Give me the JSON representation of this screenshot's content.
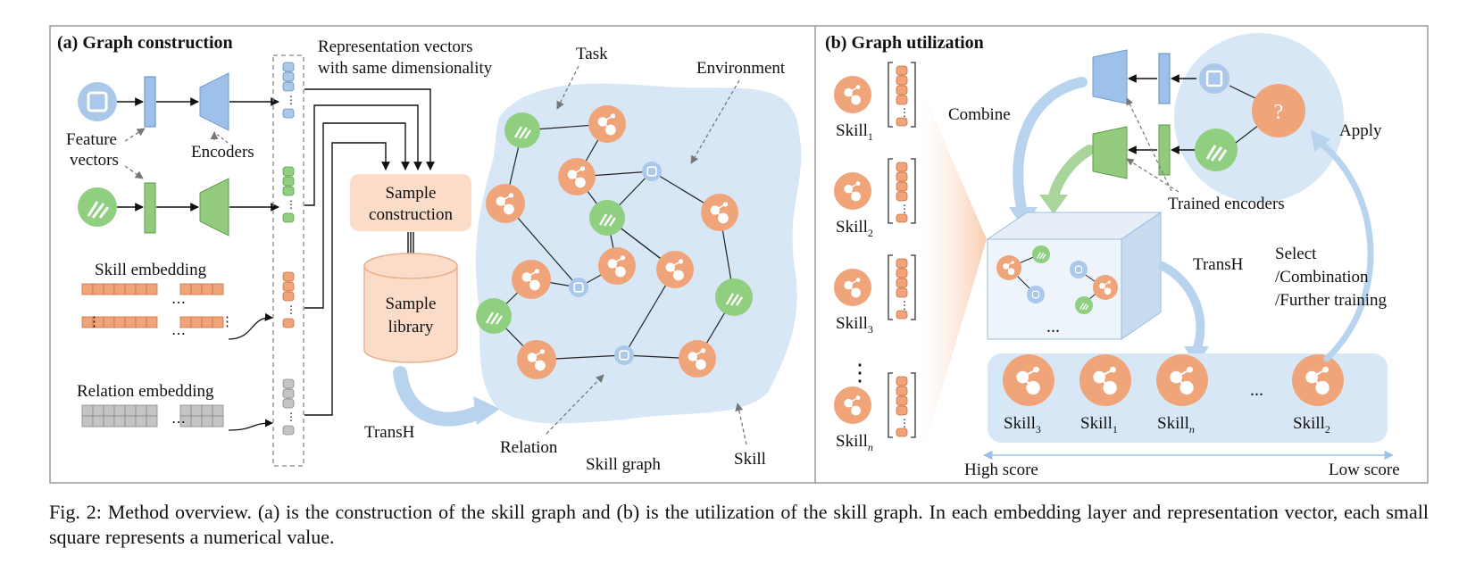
{
  "panel_a": {
    "title": "(a) Graph construction",
    "repr_label_1": "Representation vectors",
    "repr_label_2": "with same dimensionality",
    "feature_label_1": "Feature",
    "feature_label_2": "vectors",
    "encoders_label": "Encoders",
    "skill_embedding_label": "Skill embedding",
    "relation_embedding_label": "Relation embedding",
    "sample_construction_1": "Sample",
    "sample_construction_2": "construction",
    "sample_library_1": "Sample",
    "sample_library_2": "library",
    "transh_label": "TransH",
    "task_label": "Task",
    "environment_label": "Environment",
    "relation_label": "Relation",
    "skill_graph_label": "Skill graph",
    "skill_label": "Skill"
  },
  "panel_b": {
    "title": "(b) Graph utilization",
    "skills": [
      {
        "name": "Skill",
        "sub": "1"
      },
      {
        "name": "Skill",
        "sub": "2"
      },
      {
        "name": "Skill",
        "sub": "3"
      },
      {
        "name": "Skill",
        "sub": "n"
      }
    ],
    "vertical_dots": "⋮",
    "combine_label": "Combine",
    "trained_encoders_label": "Trained encoders",
    "question_mark": "?",
    "apply_label": "Apply",
    "transh_label": "TransH",
    "cube_dots": "...",
    "select_1": "Select",
    "select_2": "/Combination",
    "select_3": "/Further training",
    "ranked_skills": [
      {
        "name": "Skill",
        "sub": "3"
      },
      {
        "name": "Skill",
        "sub": "1"
      },
      {
        "name": "Skill",
        "sub": "n"
      },
      {
        "name": "Skill",
        "sub": "2"
      }
    ],
    "ranked_dots": "...",
    "high_score_label": "High score",
    "low_score_label": "Low score"
  },
  "caption": "Fig. 2: Method overview. (a) is the construction of the skill graph and (b) is the utilization of the skill graph. In each embedding layer and representation vector, each small square represents a numerical value.",
  "colors": {
    "skill_orange": "#f0a47a",
    "task_green": "#8fcf7f",
    "env_blue": "#a9c8ea",
    "cloud_blue": "#d8e7f5",
    "encoder_blue": "#9dc1e8",
    "encoder_green": "#93ca7e",
    "gray_embedding": "#c4c4c4",
    "library_fill": "#fbdcc8"
  }
}
